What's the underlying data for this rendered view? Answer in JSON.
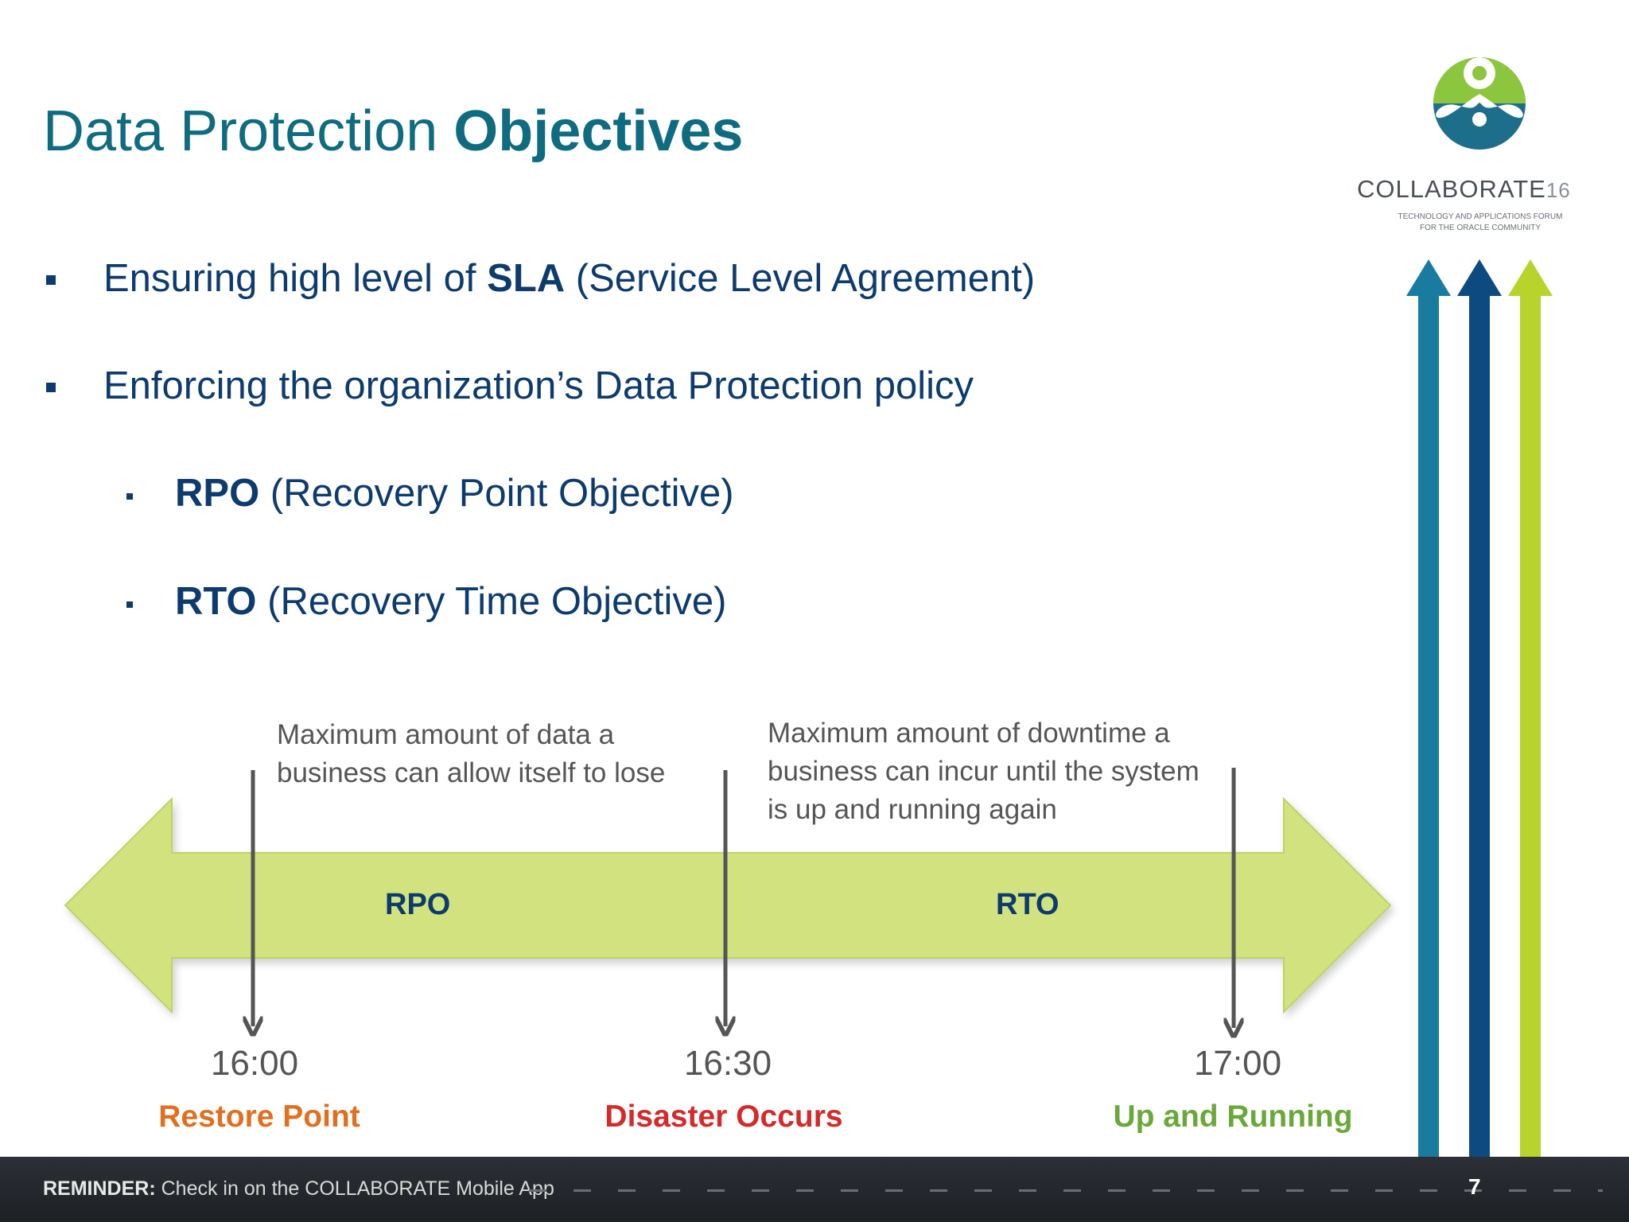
{
  "slide": {
    "title_regular": "Data Protection ",
    "title_bold": "Objectives",
    "bullets": [
      {
        "bold": "",
        "pre": "Ensuring high level of ",
        "strong": "SLA",
        "post": " (Service Level Agreement)"
      },
      {
        "pre": "Enforcing the organization’s Data Protection policy"
      }
    ],
    "sub_bullets": [
      {
        "strong": "RPO",
        "post": " (Recovery Point Objective)"
      },
      {
        "strong": "RTO",
        "post": " (Recovery Time Objective)"
      }
    ]
  },
  "timeline": {
    "rpo_desc_line1": "Maximum amount of data a",
    "rpo_desc_line2": "business can allow itself to lose",
    "rto_desc_line1": "Maximum amount of downtime a",
    "rto_desc_line2": "business can incur until the system",
    "rto_desc_line3": "is up and running again",
    "rpo_label": "RPO",
    "rto_label": "RTO",
    "points": [
      {
        "time": "16:00",
        "event": "Restore Point",
        "color": "#e07020"
      },
      {
        "time": "16:30",
        "event": "Disaster Occurs",
        "color": "#d42a2a"
      },
      {
        "time": "17:00",
        "event": "Up and Running",
        "color": "#6aa83a"
      }
    ],
    "band_color": "#d1e27f"
  },
  "logo": {
    "name": "COLLABORATE",
    "year": "16",
    "tagline_line1": "TECHNOLOGY AND APPLICATIONS FORUM",
    "tagline_line2": "FOR THE ORACLE COMMUNITY"
  },
  "footer": {
    "reminder_label": "REMINDER:",
    "reminder_text": " Check in on the COLLABORATE Mobile App",
    "page_number": "7"
  }
}
